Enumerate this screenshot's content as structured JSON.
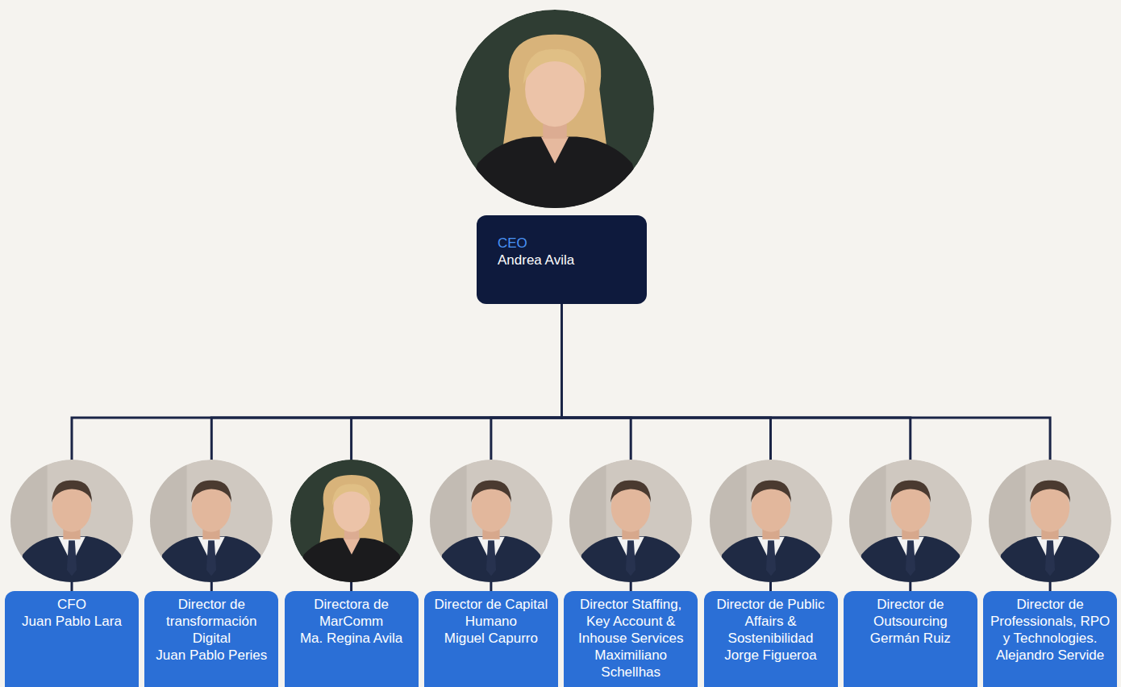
{
  "diagram": {
    "nodes": [
      {
        "text": [
          "CEO",
          "Andrea Avila"
        ]
      },
      {
        "text": [
          "CFO",
          "Juan Pablo Lara"
        ]
      },
      {
        "text": [
          "Director de transformación Digital",
          "Juan Pablo Peries"
        ]
      },
      {
        "text": [
          "Directora de MarComm",
          "Ma. Regina Avila"
        ]
      },
      {
        "text": [
          "Director de Capital Humano",
          "Miguel Capurro"
        ]
      },
      {
        "text": [
          "Director Staffing, Key Account & Inhouse Services",
          "Maximiliano Schellhas"
        ]
      },
      {
        "text": [
          "Director de Public Affairs & Sostenibilidad",
          "Jorge Figueroa"
        ]
      },
      {
        "text": [
          "Director de Outsourcing",
          "Germán Ruiz"
        ]
      },
      {
        "text": [
          "Director de Professionals, RPO y Technologies.",
          "Alejandro Servide"
        ]
      }
    ],
    "edges": [
      {
        "from": 0,
        "to": 1,
        "arrow": "none"
      },
      {
        "from": 0,
        "to": 2,
        "arrow": "none"
      },
      {
        "from": 0,
        "to": 3,
        "arrow": "none"
      },
      {
        "from": 0,
        "to": 4,
        "arrow": "none"
      },
      {
        "from": 0,
        "to": 5,
        "arrow": "none"
      },
      {
        "from": 0,
        "to": 6,
        "arrow": "none"
      },
      {
        "from": 0,
        "to": 7,
        "arrow": "none"
      },
      {
        "from": 0,
        "to": 8,
        "arrow": "none"
      }
    ]
  }
}
